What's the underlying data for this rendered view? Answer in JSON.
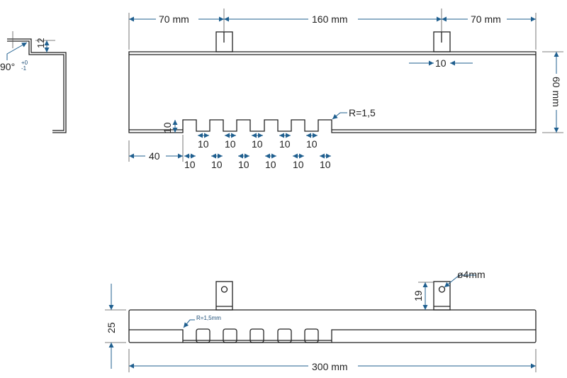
{
  "side_view": {
    "angle_label": "90°",
    "angle_tol_plus": "+0",
    "angle_tol_minus": "-1",
    "height_label": "12"
  },
  "front_view": {
    "dim_left_70": "70 mm",
    "dim_160": "160 mm",
    "dim_right_70": "70 mm",
    "tab_width": "10",
    "height": "60 mm",
    "notch_depth": "10",
    "radius": "R=1,5",
    "offset_40": "40",
    "notch_top_widths": [
      "10",
      "10",
      "10",
      "10",
      "10"
    ],
    "notch_bottom_widths": [
      "10",
      "10",
      "10",
      "10",
      "10",
      "10"
    ]
  },
  "bottom_view": {
    "hole": "ø4mm",
    "tab_height": "19",
    "height": "25",
    "radius": "R=1,5mm",
    "length": "300 mm"
  }
}
